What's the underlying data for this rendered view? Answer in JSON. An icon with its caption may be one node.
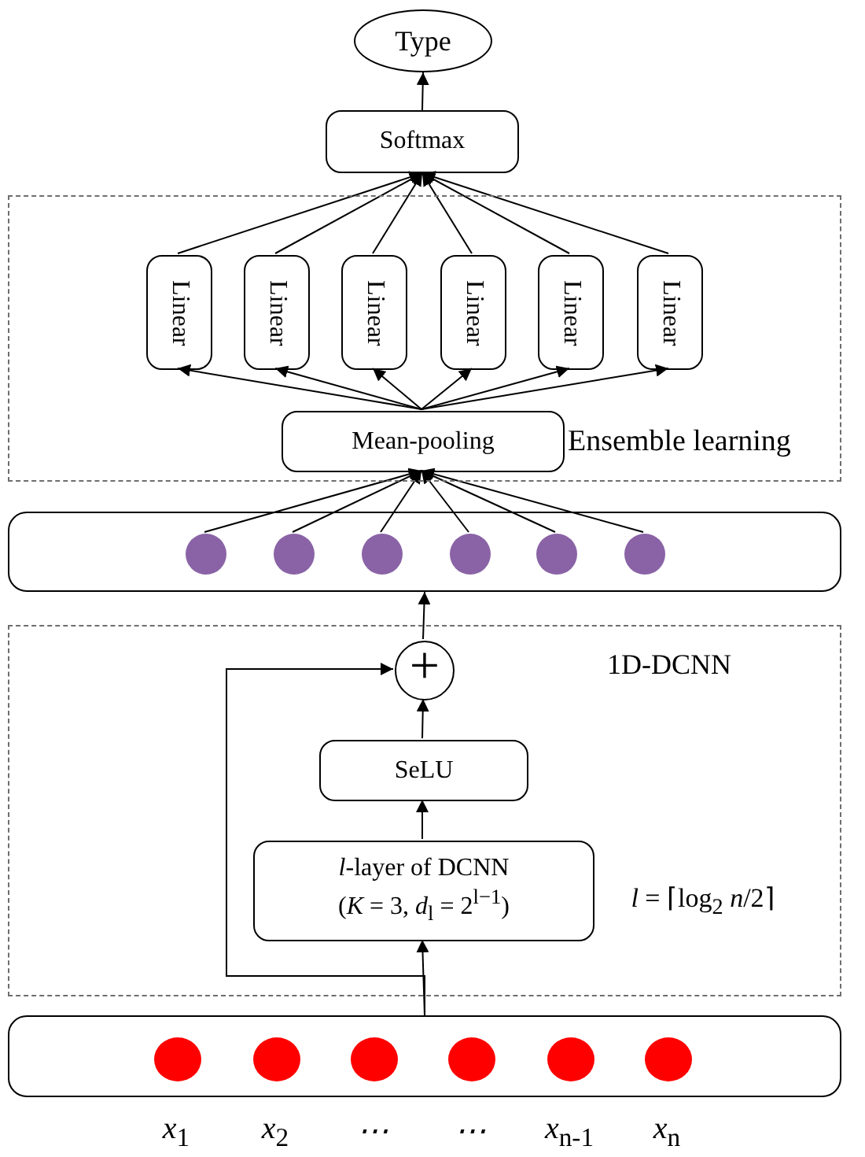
{
  "diagram": {
    "nodes": [
      {
        "text": [
          "Type"
        ]
      },
      {
        "text": [
          "Softmax"
        ]
      },
      {
        "text": [
          "Ensemble learning"
        ]
      },
      {
        "text": [
          "Linear"
        ],
        "in": 2
      },
      {
        "text": [
          "Linear"
        ],
        "in": 2
      },
      {
        "text": [
          "Linear"
        ],
        "in": 2
      },
      {
        "text": [
          "Linear"
        ],
        "in": 2
      },
      {
        "text": [
          "Linear"
        ],
        "in": 2
      },
      {
        "text": [
          "Linear"
        ],
        "in": 2
      },
      {
        "text": [
          "Mean-pooling"
        ],
        "in": 2
      },
      {
        "text": [],
        "shape": "box"
      },
      {
        "text": [],
        "shape": "circle",
        "in": 10
      },
      {
        "text": [],
        "shape": "circle",
        "in": 10
      },
      {
        "text": [],
        "shape": "circle",
        "in": 10
      },
      {
        "text": [],
        "shape": "circle",
        "in": 10
      },
      {
        "text": [],
        "shape": "circle",
        "in": 10
      },
      {
        "text": [],
        "shape": "circle",
        "in": 10
      },
      {
        "text": [
          "1D-DCNN"
        ]
      },
      {
        "text": [
          "+"
        ],
        "in": 17
      },
      {
        "text": [
          "SeLU"
        ],
        "in": 17
      },
      {
        "text": [
          "*l*-layer of DCNN",
          "(*K* = 3, *d*$_{l}$ = 2$^{l−1}$)"
        ],
        "in": 17
      },
      {
        "text": [],
        "shape": "box"
      },
      {
        "text": [],
        "shape": "circle",
        "in": 21
      },
      {
        "text": [],
        "shape": "circle",
        "in": 21
      },
      {
        "text": [],
        "shape": "circle",
        "in": 21
      },
      {
        "text": [],
        "shape": "circle",
        "in": 21
      },
      {
        "text": [],
        "shape": "circle",
        "in": 21
      },
      {
        "text": [],
        "shape": "circle",
        "in": 21
      }
    ],
    "edges": [
      {
        "from": 1,
        "to": 0,
        "arrow": "to"
      },
      {
        "from": 3,
        "to": 1,
        "arrow": "to"
      },
      {
        "from": 4,
        "to": 1,
        "arrow": "to"
      },
      {
        "from": 5,
        "to": 1,
        "arrow": "to"
      },
      {
        "from": 6,
        "to": 1,
        "arrow": "to"
      },
      {
        "from": 7,
        "to": 1,
        "arrow": "to"
      },
      {
        "from": 8,
        "to": 1,
        "arrow": "to"
      },
      {
        "from": 9,
        "to": 3,
        "arrow": "to"
      },
      {
        "from": 9,
        "to": 4,
        "arrow": "to"
      },
      {
        "from": 9,
        "to": 5,
        "arrow": "to"
      },
      {
        "from": 9,
        "to": 6,
        "arrow": "to"
      },
      {
        "from": 9,
        "to": 7,
        "arrow": "to"
      },
      {
        "from": 9,
        "to": 8,
        "arrow": "to"
      },
      {
        "from": 11,
        "to": 9,
        "arrow": "to"
      },
      {
        "from": 12,
        "to": 9,
        "arrow": "to"
      },
      {
        "from": 13,
        "to": 9,
        "arrow": "to"
      },
      {
        "from": 14,
        "to": 9,
        "arrow": "to"
      },
      {
        "from": 15,
        "to": 9,
        "arrow": "to"
      },
      {
        "from": 16,
        "to": 9,
        "arrow": "to"
      },
      {
        "from": 18,
        "to": 10,
        "arrow": "to"
      },
      {
        "from": 19,
        "to": 18,
        "arrow": "to"
      },
      {
        "from": 20,
        "to": 19,
        "arrow": "to"
      },
      {
        "from": 21,
        "to": 20,
        "arrow": "to"
      },
      {
        "from": 21,
        "to": 18,
        "arrow": "to"
      }
    ],
    "labels": [
      "*l* = ⌈log$_{2}$ *n*/2⌉",
      "x$_{1}$",
      "x$_{2}$",
      "⋯",
      "⋯",
      "x$_{n-1}$",
      "x$_{n}$"
    ]
  }
}
